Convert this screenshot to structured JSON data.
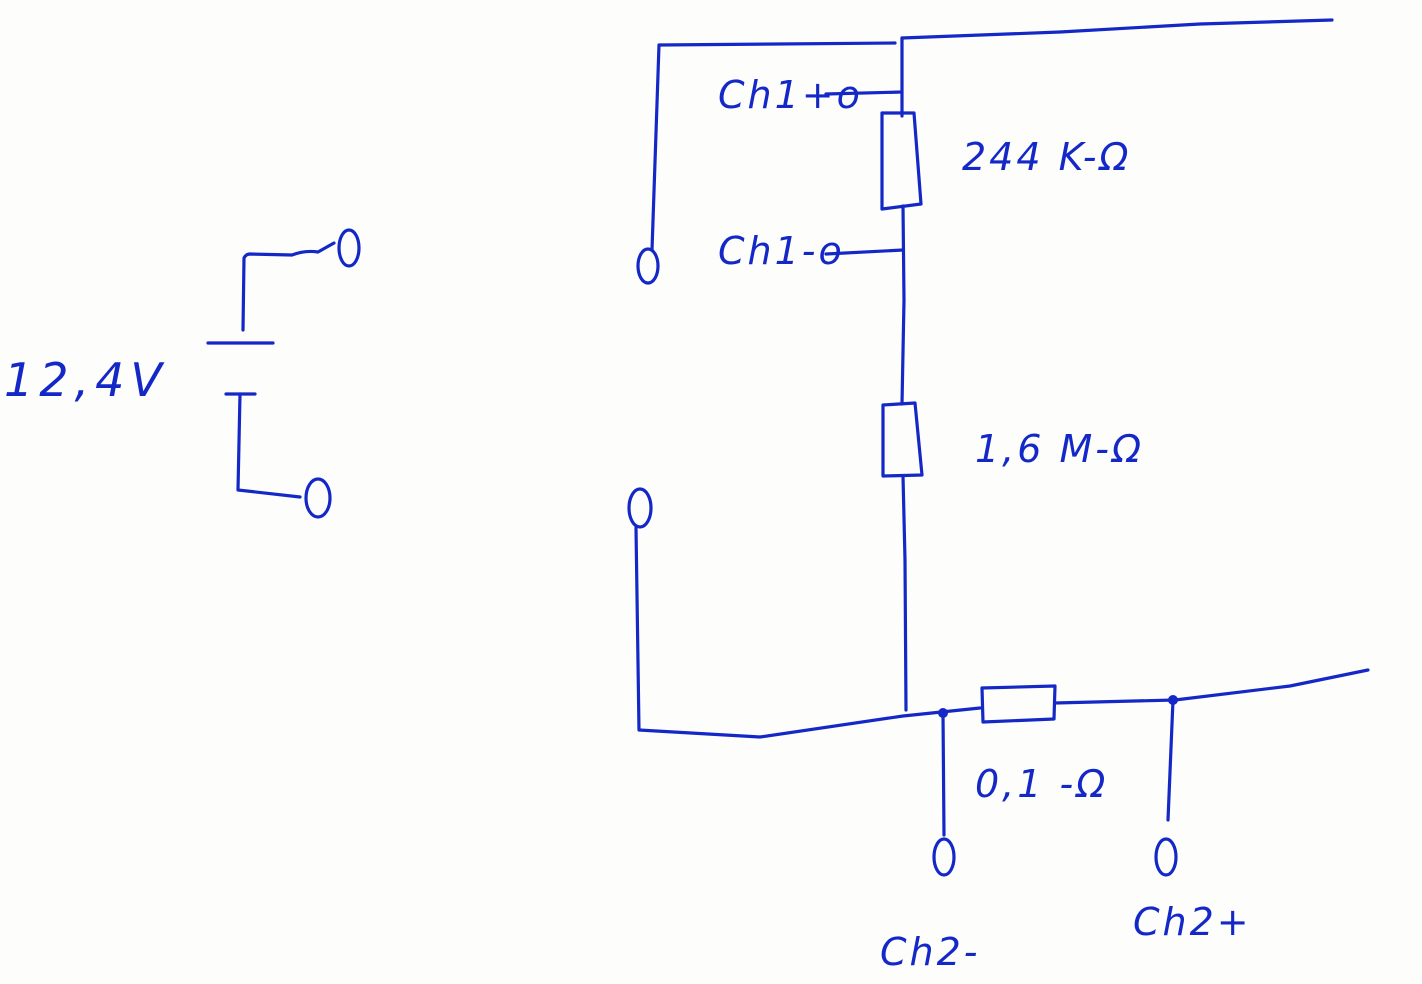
{
  "style": {
    "ink": "#1428c8",
    "paper": "#fdfdfb"
  },
  "labels": {
    "battery_voltage": "12,4V",
    "r1_value": "244 K-Ω",
    "r2_value": "1,6 M-Ω",
    "shunt_value": "0,1 -Ω",
    "ch1_plus": "Ch1+o",
    "ch1_minus": "Ch1-o",
    "ch2_minus": "Ch2-",
    "ch2_plus": "Ch2+"
  }
}
